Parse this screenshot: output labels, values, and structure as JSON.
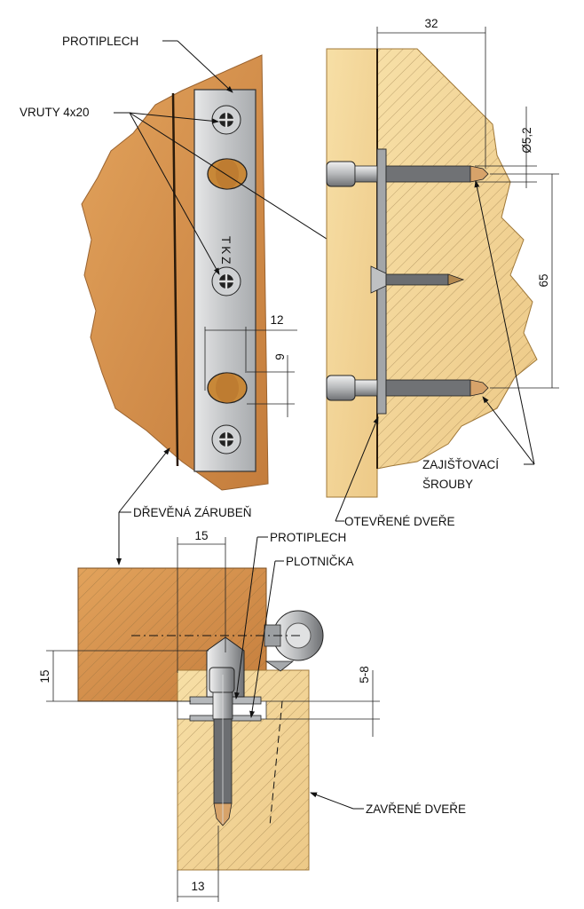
{
  "labels": {
    "protiplech_top": "PROTIPLECH",
    "vruty": "VRUTY 4x20",
    "plate_mark": "TKZ",
    "zajistovaci_1": "ZAJIŠŤOVACÍ",
    "zajistovaci_2": "ŠROUBY",
    "drevena_zarubeh": "DŘEVĚNÁ ZÁRUBEŇ",
    "otevrene_dvere": "OTEVŘENÉ DVEŘE",
    "protiplech_bottom": "PROTIPLECH",
    "plotnicka": "PLOTNIČKA",
    "zavrene_dvere": "ZAVŘENÉ DVEŘE"
  },
  "dimensions": {
    "d32": "32",
    "d52": "Ø5,2",
    "d65": "65",
    "d12": "12",
    "d9": "9",
    "d15_top": "15",
    "d15_left": "15",
    "d58": "5-8",
    "d13": "13"
  },
  "colors": {
    "wood_frame": "#d79752",
    "wood_frame_dark": "#b8763a",
    "wood_light": "#f3d79a",
    "wood_light_edge": "#e9c27a",
    "metal": "#c9cbcd",
    "metal_dark": "#7d8083",
    "line": "#111111"
  }
}
